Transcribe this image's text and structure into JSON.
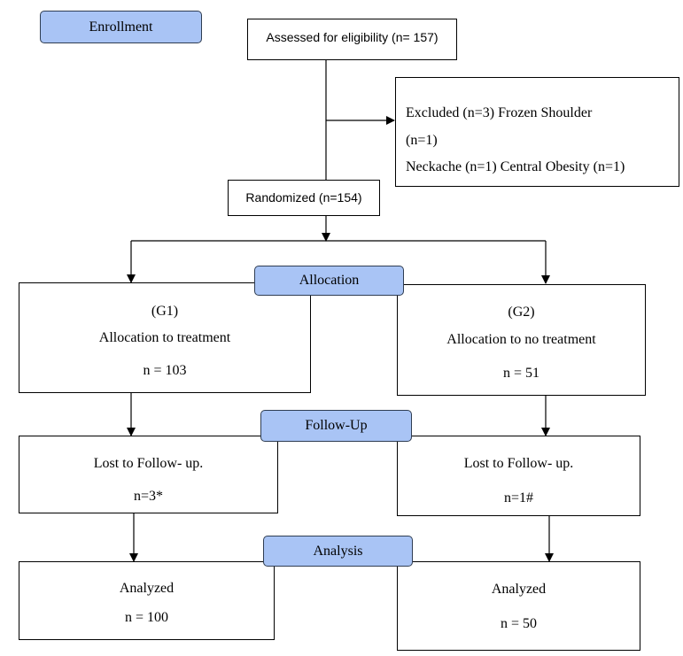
{
  "labels": {
    "enrollment": "Enrollment",
    "allocation": "Allocation",
    "followup": "Follow-Up",
    "analysis": "Analysis"
  },
  "boxes": {
    "assessed": "Assessed for eligibility (n= 157)",
    "excluded_line1": "Excluded (n=3) Frozen Shoulder",
    "excluded_line2": "(n=1)",
    "excluded_line3": "Neckache (n=1) Central Obesity (n=1)",
    "randomized": "Randomized (n=154)",
    "g1_group": "(G1)",
    "g1_alloc": "Allocation to treatment",
    "g1_n": "n = 103",
    "g2_group": "(G2)",
    "g2_alloc": "Allocation to no treatment",
    "g2_n": "n = 51",
    "g1_lost": "Lost to Follow- up.",
    "g1_lost_n": "n=3*",
    "g2_lost": "Lost to Follow- up.",
    "g2_lost_n": "n=1#",
    "g1_analyzed": "Analyzed",
    "g1_analyzed_n": "n = 100",
    "g2_analyzed": "Analyzed",
    "g2_analyzed_n": "n = 50"
  },
  "colors": {
    "label_fill": "#a9c4f5",
    "label_border": "#2f3d52",
    "line": "#000000"
  }
}
